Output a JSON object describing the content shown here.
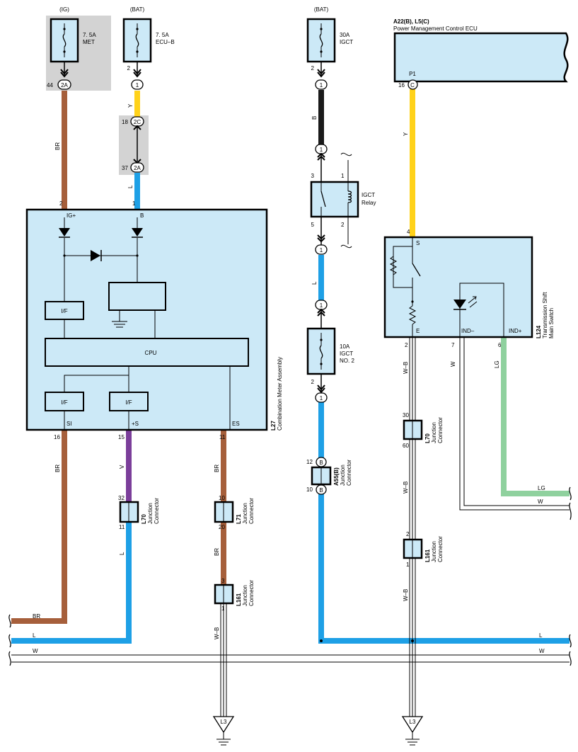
{
  "colors": {
    "component_fill": "#cce9f7",
    "BR": "#a65f3b",
    "Y": "#ffd21a",
    "L": "#1ea0e6",
    "B": "#1a1a1a",
    "V": "#7b3e9a",
    "LG": "#8fd19e",
    "W": "#ffffff",
    "grey_block": "#d3d3d3"
  },
  "fuses": {
    "met": {
      "source": "(IG)",
      "rating": "7. 5A",
      "name": "MET"
    },
    "ecub": {
      "source": "(BAT)",
      "rating": "7. 5A",
      "name": "ECU–B"
    },
    "igct": {
      "source": "(BAT)",
      "rating": "30A",
      "name": "IGCT"
    },
    "igct2": {
      "rating": "10A",
      "name1": "IGCT",
      "name2": "NO. 2"
    }
  },
  "relay": {
    "name1": "IGCT",
    "name2": "Relay",
    "pins": [
      "3",
      "1",
      "5",
      "2"
    ]
  },
  "ecu": {
    "code": "A22(B), L5(C)",
    "name": "Power Management Control ECU",
    "pin": "P1",
    "pin_no": "16",
    "conn": "C"
  },
  "meter": {
    "code": "L27",
    "name": "Combination Meter Assembly",
    "terms": {
      "ig": "IG+",
      "b": "B",
      "si": "SI",
      "s": "+S",
      "es": "ES"
    },
    "pins": {
      "ig": "2",
      "b": "1",
      "si": "16",
      "s": "15",
      "es": "11"
    },
    "blocks": {
      "if1": "I/F",
      "cpu": "CPU",
      "if2": "I/F",
      "if3": "I/F"
    }
  },
  "shift_switch": {
    "code": "L124",
    "name1": "Transmission Shift",
    "name2": "Main Switch",
    "terms": {
      "s": "S",
      "e": "E",
      "indm": "IND–",
      "indp": "IND+"
    },
    "pins": {
      "s": "4",
      "e": "2",
      "indm": "7",
      "indp": "6"
    }
  },
  "junctions": {
    "met_out": {
      "pin": "44",
      "conn": "2A"
    },
    "ecub_out": {
      "pin": "2",
      "conn": "1"
    },
    "j2c": {
      "pin": "18",
      "conn": "2C"
    },
    "j2a": {
      "pin": "37",
      "conn": "2A"
    },
    "igct_out": {
      "pin": "2",
      "conn": "1"
    },
    "igct_mid": {
      "conn": "1"
    },
    "relay_in": {
      "conn": "1"
    },
    "relay_out": {
      "conn": "1"
    },
    "f2_in": {
      "conn": "1"
    },
    "f2_out": {
      "pin": "2",
      "conn": "1"
    }
  },
  "connectors": {
    "l70_left": {
      "code": "L70",
      "label1": "Junction",
      "label2": "Connector",
      "pin_top": "32",
      "pin_bottom": "11"
    },
    "l71": {
      "code": "L71",
      "label1": "Junction",
      "label2": "Connector",
      "pin_top": "10",
      "pin_bottom": "20"
    },
    "l161_left": {
      "code": "L161",
      "label1": "Junction",
      "label2": "Connector",
      "pin_top": "3",
      "pin_bottom": "1"
    },
    "a55": {
      "code": "A55(B)",
      "label1": "Junction",
      "label2": "Connector",
      "pin_top": "12",
      "pin_bottom": "10",
      "conn": "B"
    },
    "l70_right": {
      "code": "L70",
      "label1": "Junction",
      "label2": "Connector",
      "pin_top": "30",
      "pin_bottom": "60"
    },
    "l161_right": {
      "code": "L161",
      "label1": "Junction",
      "label2": "Connector",
      "pin_top": "2",
      "pin_bottom": "1"
    }
  },
  "wire_labels": {
    "br_met": "BR",
    "y_ecub": "Y",
    "l_meter_b": "L",
    "b_igct": "B",
    "l_relay": "L",
    "y_ecu": "Y",
    "br_si": "BR",
    "v_s": "V",
    "l_s": "L",
    "br_es1": "BR",
    "br_es2": "BR",
    "wb_es": "W–B",
    "wb_e1": "W–B",
    "wb_e2": "W–B",
    "wb_e3": "W–B",
    "w_indm": "W",
    "lg_indp": "LG"
  },
  "bus_labels": {
    "br": "BR",
    "l_left": "L",
    "w_left": "W",
    "l_right": "L",
    "w_right": "W",
    "lg_right": "LG",
    "w_right2": "W"
  },
  "grounds": {
    "left": "L3",
    "right": "L3"
  }
}
